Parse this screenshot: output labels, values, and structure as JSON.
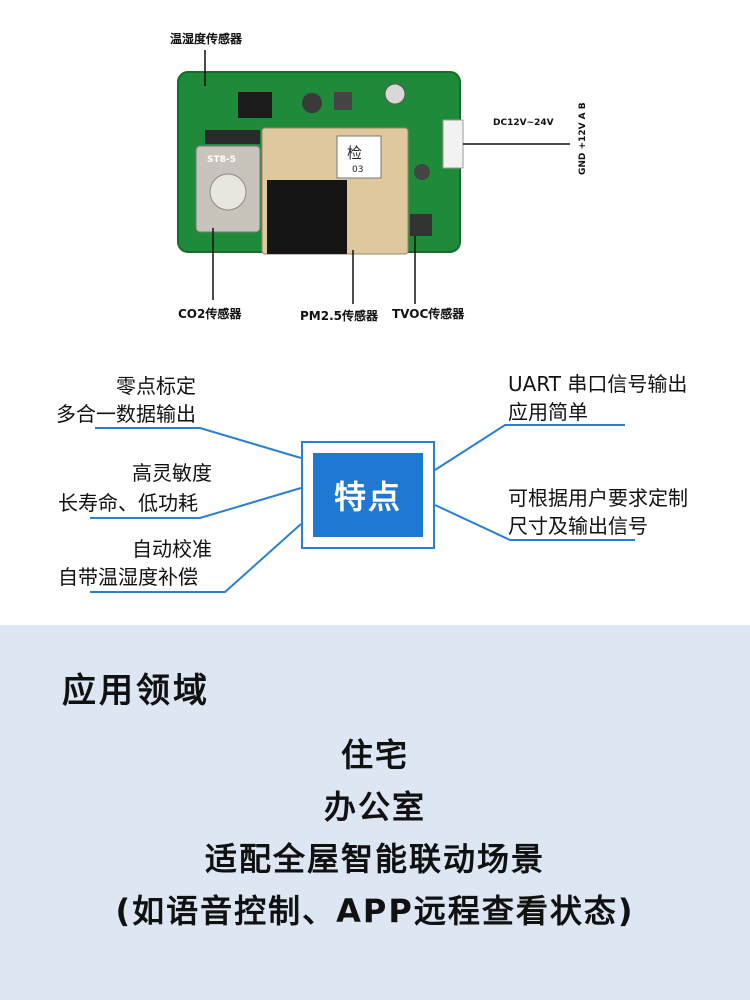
{
  "board": {
    "labels": {
      "temp_humidity": "温湿度传感器",
      "co2": "CO2传感器",
      "pm25": "PM2.5传感器",
      "tvoc": "TVOC传感器"
    },
    "connector": {
      "voltage": "DC12V~24V",
      "pins": "GND +12V  A  B"
    },
    "chip_mark": "检",
    "chip_sub": "03",
    "co2_mark": "ST8-5"
  },
  "features": {
    "center": "特点",
    "left": [
      {
        "line1": "零点标定",
        "line2": "多合一数据输出"
      },
      {
        "line1": "高灵敏度",
        "line2": "长寿命、低功耗"
      },
      {
        "line1": "自动校准",
        "line2": "自带温湿度补偿"
      }
    ],
    "right": [
      {
        "line1": "UART 串口信号输出",
        "line2": "应用简单"
      },
      {
        "line1": "可根据用户要求定制",
        "line2": "尺寸及输出信号"
      }
    ]
  },
  "applications": {
    "title": "应用领域",
    "items": [
      "住宅",
      "办公室",
      "适配全屋智能联动场景",
      "(如语音控制、APP远程查看状态)"
    ]
  },
  "colors": {
    "accent": "#1f78d1",
    "line": "#2a7fd0",
    "section_bg": "#dce7f3",
    "pcb": "#1f8a3a"
  }
}
